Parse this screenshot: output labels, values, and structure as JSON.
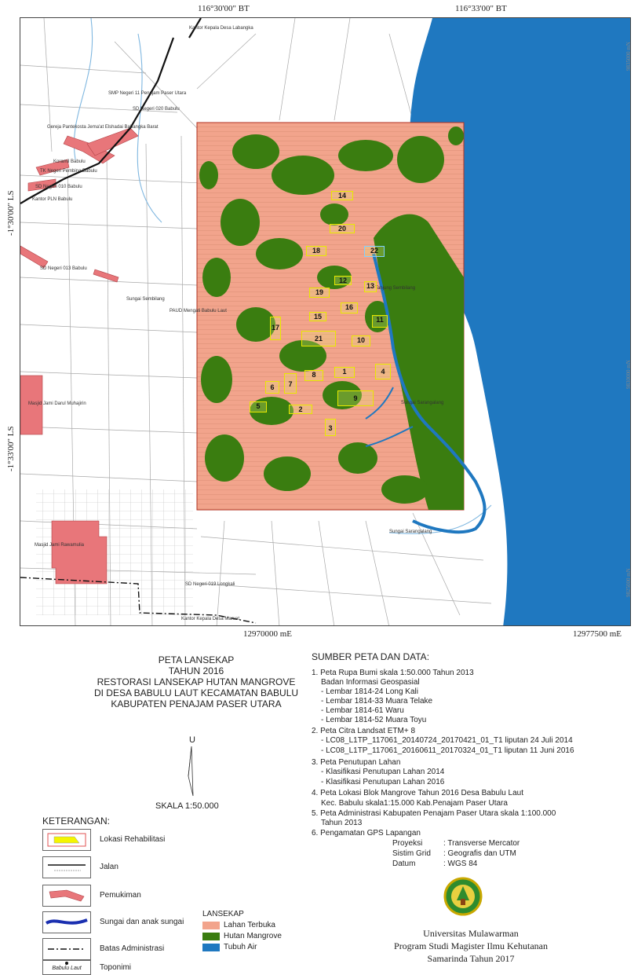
{
  "map": {
    "coords_top": [
      "116°30'00\" BT",
      "116°33'00\" BT"
    ],
    "coords_left": [
      "-1°30'00\" LS",
      "-1°33'00\" LS"
    ],
    "coords_bottom": [
      "12970000 mE",
      "12977500 mE"
    ],
    "right_ticks": [
      "9835000 mN",
      "9830000 mN",
      "9825000 mN"
    ],
    "places": [
      "Kantor Kepala Desa Labangka",
      "SMP Negeri 11 Penajam Paser Utara",
      "SD Negeri 020 Babulu",
      "Gereja Pantekosta Jema'at Elshadai Babangka Barat",
      "Koramil Babulu",
      "TK Negeri Pembina Babulu",
      "SD Negeri 010 Babulu",
      "Kantor PLN Babulu",
      "SD Negeri 013 Babulu",
      "Sungai Sembilang",
      "PAUD Mengati Babulu Laut",
      "Tanjung Sembilang",
      "Sungai Sarangalang",
      "Masjid Jami Darul Muhajirin",
      "Sungai Sarangalang",
      "Masjid Jami Rawamulia",
      "SD Negeri 019 Longkali",
      "Kantor Kepala Desa Maruat"
    ],
    "blocks": [
      "14",
      "20",
      "18",
      "22",
      "12",
      "13",
      "19",
      "16",
      "15",
      "11",
      "17",
      "21",
      "10",
      "1",
      "4",
      "8",
      "7",
      "6",
      "9",
      "5",
      "2",
      "3"
    ]
  },
  "title": {
    "line1": "PETA LANSEKAP",
    "line2": "TAHUN 2016",
    "line3": "RESTORASI LANSEKAP HUTAN MANGROVE",
    "line4": "DI DESA BABULU LAUT KECAMATAN BABULU",
    "line5": "KABUPATEN PENAJAM PASER UTARA"
  },
  "north_label": "U",
  "scale": "SKALA 1:50.000",
  "legend": {
    "title": "KETERANGAN:",
    "items": [
      "Lokasi Rehabilitasi",
      "Jalan",
      "Pemukiman",
      "Sungai dan anak sungai",
      "Batas Administrasi",
      "Toponimi"
    ],
    "toponimi_sample": "Babulu Laut"
  },
  "lansekap": {
    "title": "LANSEKAP",
    "items": [
      {
        "label": "Lahan Terbuka",
        "color": "#f2a48c"
      },
      {
        "label": "Hutan Mangrove",
        "color": "#3a7d10"
      },
      {
        "label": "Tubuh Air",
        "color": "#1f78c0"
      }
    ]
  },
  "sources": {
    "title": "SUMBER PETA DAN DATA:",
    "lines": [
      "1. Peta Rupa Bumi skala 1:50.000 Tahun 2013",
      "Badan Informasi Geospasial",
      "- Lembar 1814-24 Long Kali",
      "- Lembar 1814-33 Muara Telake",
      "- Lembar 1814-61 Waru",
      "- Lembar 1814-52 Muara Toyu",
      "2. Peta Citra Landsat ETM+ 8",
      "- LC08_L1TP_117061_20140724_20170421_01_T1 liputan  24 Juli 2014",
      "- LC08_L1TP_117061_20160611_20170324_01_T1 liputan  11 Juni 2016",
      "3. Peta Penutupan Lahan",
      "- Klasifikasi Penutupan Lahan 2014",
      "- Klasifikasi Penutupan Lahan 2016",
      "4. Peta  Lokasi Blok Mangrove Tahun 2016 Desa Babulu Laut",
      "Kec. Babulu skala1:15.000 Kab.Penajam Paser Utara",
      "5. Peta Administrasi Kabupaten Penajam Paser Utara skala 1:100.000",
      "Tahun 2013",
      "6. Pengamatan GPS Lapangan"
    ],
    "projection": [
      {
        "key": "Proyeksi",
        "value": ": Transverse Mercator"
      },
      {
        "key": "Sistim Grid",
        "value": ": Geografis dan UTM"
      },
      {
        "key": "Datum",
        "value": ": WGS 84"
      }
    ]
  },
  "institution": {
    "line1": "Universitas Mulawarman",
    "line2": "Program Studi Magister Ilmu Kehutanan",
    "line3": "Samarinda  Tahun 2017"
  },
  "colors": {
    "open_land": "#f2a48c",
    "mangrove": "#3a7d10",
    "water": "#1f78c0",
    "settlement": "#e8767a",
    "block_outline": "#e8e800"
  }
}
